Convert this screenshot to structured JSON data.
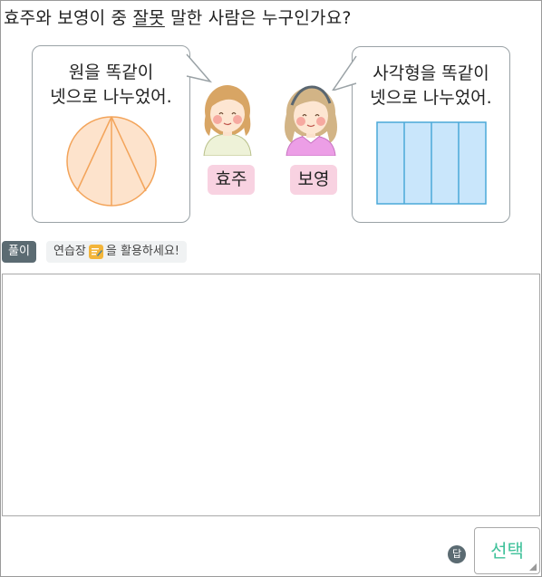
{
  "question": {
    "before": "효주와 보영이 중 ",
    "underlined": "잘못",
    "after": " 말한 사람은 누구인가요?"
  },
  "left_bubble": {
    "line1": "원을 똑같이",
    "line2": "넷으로 나누었어."
  },
  "right_bubble": {
    "line1": "사각형을 똑같이",
    "line2": "넷으로 나누었어."
  },
  "characters": {
    "left_name": "효주",
    "right_name": "보영"
  },
  "solution": {
    "badge": "풀이",
    "hint_before": "연습장",
    "hint_after": "을 활용하세요!"
  },
  "answer": {
    "badge": "답",
    "select_label": "선택"
  },
  "colors": {
    "circle_fill": "#fde3cc",
    "circle_stroke": "#f3a45a",
    "rect_fill": "#c9e6fb",
    "rect_stroke": "#4aa8d8",
    "name_tag": "#f8d2e1",
    "select_text": "#3fc19a",
    "badge": "#5b6b72"
  }
}
